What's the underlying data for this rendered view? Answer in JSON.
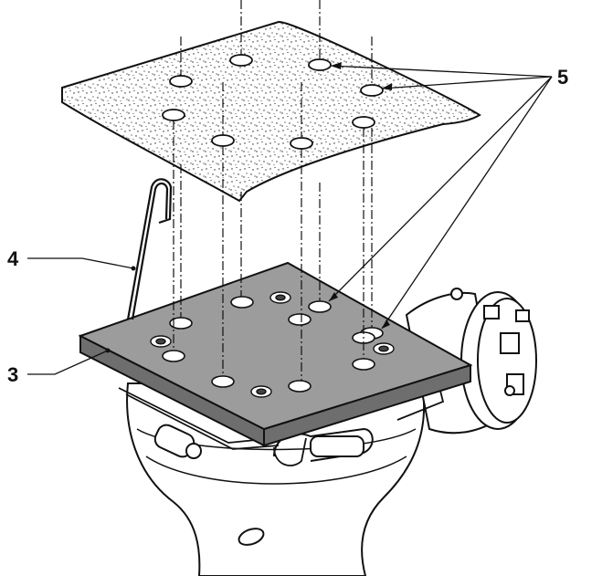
{
  "callouts": [
    {
      "id": "callout-5",
      "label": "5"
    },
    {
      "id": "callout-4",
      "label": "4"
    },
    {
      "id": "callout-3",
      "label": "3"
    }
  ],
  "colors": {
    "ink": "#111111",
    "plate_top": "#9c9c9c",
    "plate_side": "#6e6e6e",
    "sheet": "#ffffff",
    "body": "#ffffff"
  }
}
